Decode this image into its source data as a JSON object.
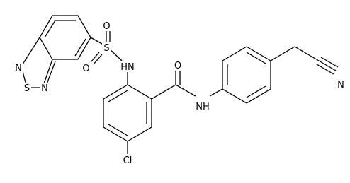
{
  "labels": {
    "o_sulfonyl_top": "O",
    "o_sulfonyl_bottom": "O",
    "s_sulfonyl": "S",
    "nh_sulfonamide": "HN",
    "n_thiadiazole_top": "N",
    "s_thiadiazole": "S",
    "n_thiadiazole_bottom": "N",
    "o_amide": "O",
    "nh_amide": "NH",
    "cl": "Cl",
    "n_nitrile": "N"
  },
  "colors": {
    "bond": "#000000",
    "text": "#000000",
    "background": "#ffffff"
  }
}
